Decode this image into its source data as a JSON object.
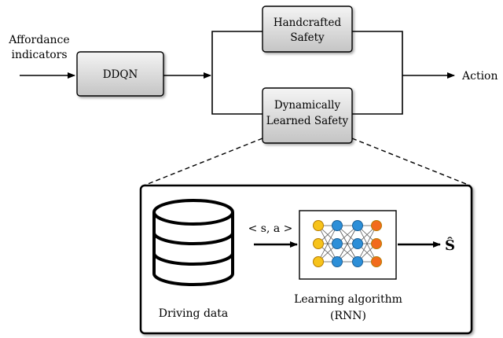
{
  "input_label": {
    "line1": "Affordance",
    "line2": "indicators"
  },
  "blocks": {
    "ddqn": "DDQN",
    "handcrafted_safety": {
      "line1": "Handcrafted",
      "line2": "Safety"
    },
    "dynamic_safety": {
      "line1": "Dynamically",
      "line2": "Learned Safety"
    }
  },
  "output_label": "Action",
  "detail": {
    "database_label": "Driving data",
    "edge_label": "< s, a >",
    "algorithm_label": {
      "line1": "Learning algorithm",
      "line2": "(RNN)"
    },
    "output_symbol": "Ŝ"
  },
  "colors": {
    "block_fill_top": "#f4f4f4",
    "block_fill_bottom": "#c9c9c9",
    "input_node": "#f7c31b",
    "hidden_node": "#2d8fd8",
    "output_node": "#f26b1c"
  }
}
